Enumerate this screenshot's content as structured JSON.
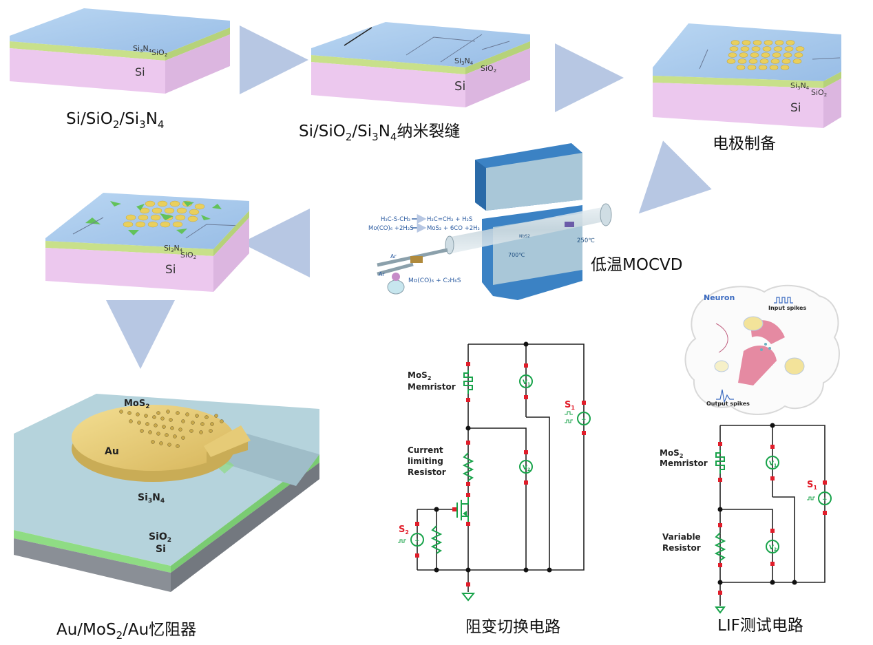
{
  "steps": {
    "s1": {
      "layer_top_a": "Si",
      "layer_top_a_sub": "3",
      "layer_top_b": "N",
      "layer_top_b_sub": "4",
      "layer_mid": "SiO",
      "layer_mid_sub": "2",
      "layer_base": "Si",
      "cap_parts": [
        "Si/SiO",
        "2",
        "/Si",
        "3",
        "N",
        "4"
      ]
    },
    "s2": {
      "layer_top_a": "Si",
      "layer_top_a_sub": "3",
      "layer_top_b": "N",
      "layer_top_b_sub": "4",
      "layer_mid": "SiO",
      "layer_mid_sub": "2",
      "layer_base": "Si",
      "cap_parts": [
        "Si/SiO",
        "2",
        "/Si",
        "3",
        "N",
        "4",
        "纳米裂缝"
      ]
    },
    "s3": {
      "layer_top_a": "Si",
      "layer_top_a_sub": "3",
      "layer_top_b": "N",
      "layer_top_b_sub": "4",
      "layer_mid": "SiO",
      "layer_mid_sub": "2",
      "layer_base": "Si",
      "caption": "电极制备"
    },
    "s4": {
      "layer_top_a": "Si",
      "layer_top_a_sub": "3",
      "layer_top_b": "N",
      "layer_top_b_sub": "4",
      "layer_mid": "SiO",
      "layer_mid_sub": "2",
      "layer_base": "Si"
    },
    "mocvd": {
      "caption": "低温MOCVD",
      "reaction1_left": "H₃C-S-CH₃",
      "reaction1_right": "H₂C=CH₂ + H₂S",
      "reaction2_left": "Mo(CO)₆ +2H₂S",
      "reaction2_right": "MoS₂ + 6CO +2H₂",
      "gas1": "Ar",
      "gas2": "Ar",
      "precursor": "Mo(CO)₆ + C₂H₆S",
      "temp_furnace": "700℃",
      "temp_tube": "NbS2",
      "temp_end": "250℃"
    },
    "device": {
      "caption_parts": [
        "Au/MoS",
        "2",
        "/Au忆阻器"
      ],
      "mos2": "MoS",
      "mos2_sub": "2",
      "au": "Au",
      "si3n4": "Si",
      "si3n4_sub1": "3",
      "si3n4_n": "N",
      "si3n4_sub2": "4",
      "sio2": "SiO",
      "sio2_sub": "2",
      "si": "Si"
    }
  },
  "circuit_switch": {
    "caption": "阻变切换电路",
    "memristor_l1": "MoS",
    "memristor_sub": "2",
    "memristor_l2": "Memristor",
    "resistor_l1": "Current",
    "resistor_l2": "limiting",
    "resistor_l3": "Resistor",
    "v1": "V",
    "v1_sub": "1",
    "v2": "V",
    "v2_sub": "2",
    "s1": "S",
    "s1_sub": "1",
    "s2": "S",
    "s2_sub": "2"
  },
  "circuit_lif": {
    "caption": "LIF测试电路",
    "memristor_l1": "MoS",
    "memristor_sub": "2",
    "memristor_l2": "Memristor",
    "resistor_l1": "Variable",
    "resistor_l2": "Resistor",
    "v1": "V",
    "v1_sub": "1",
    "v2": "V",
    "v2_sub": "2",
    "s1": "S",
    "s1_sub": "1",
    "neuron": "Neuron",
    "input_spikes": "Input spikes",
    "output_spikes": "Output spikes"
  },
  "colors": {
    "si": "#ecc8ee",
    "sio2": "#c8e08a",
    "si3n4": "#a8cbee",
    "gold": "#e8cf7a",
    "arrow": "#b7c7e3",
    "component": "#18a34a",
    "node": "#e11d2a",
    "furnace": "#3b82c4"
  }
}
